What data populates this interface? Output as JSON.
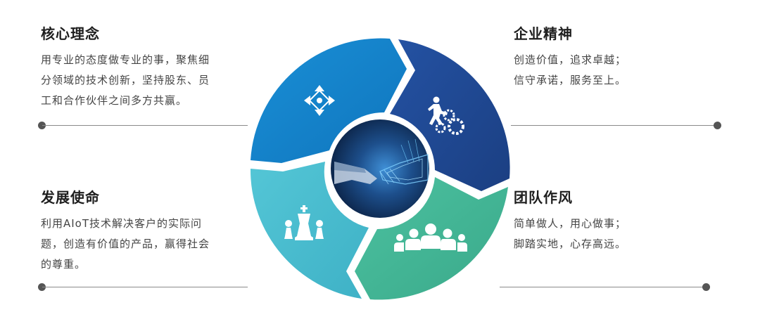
{
  "blocks": {
    "core": {
      "title": "核心理念",
      "lines": [
        "用专业的态度做专业的事，聚焦细",
        "分领域的技术创新，坚持股东、员",
        "工和合作伙伴之间多方共赢。"
      ]
    },
    "mission": {
      "title": "发展使命",
      "lines": [
        "利用AIoT技术解决客户的实际问",
        "题，创造有价值的产品，赢得社会",
        "的尊重。"
      ]
    },
    "spirit": {
      "title": "企业精神",
      "lines": [
        "创造价值，追求卓越；",
        "信守承诺，服务至上。"
      ]
    },
    "team": {
      "title": "团队作风",
      "lines": [
        "简单做人，用心做事；",
        "脚踏实地，心存高远。"
      ]
    }
  },
  "colors": {
    "segment_top_left": "#1789cf",
    "segment_top_right": "#1f4c9a",
    "segment_bottom_right": "#45b899",
    "segment_bottom_left": "#4bbdd0",
    "center_bg": "#0d2e5c",
    "line": "#8a8a8a",
    "dot": "#555555"
  },
  "icons": {
    "top_left": "direction-pad-icon",
    "top_right": "climbing-gears-icon",
    "bottom_right": "team-people-icon",
    "bottom_left": "chess-pieces-icon",
    "center": "handshake-image"
  }
}
